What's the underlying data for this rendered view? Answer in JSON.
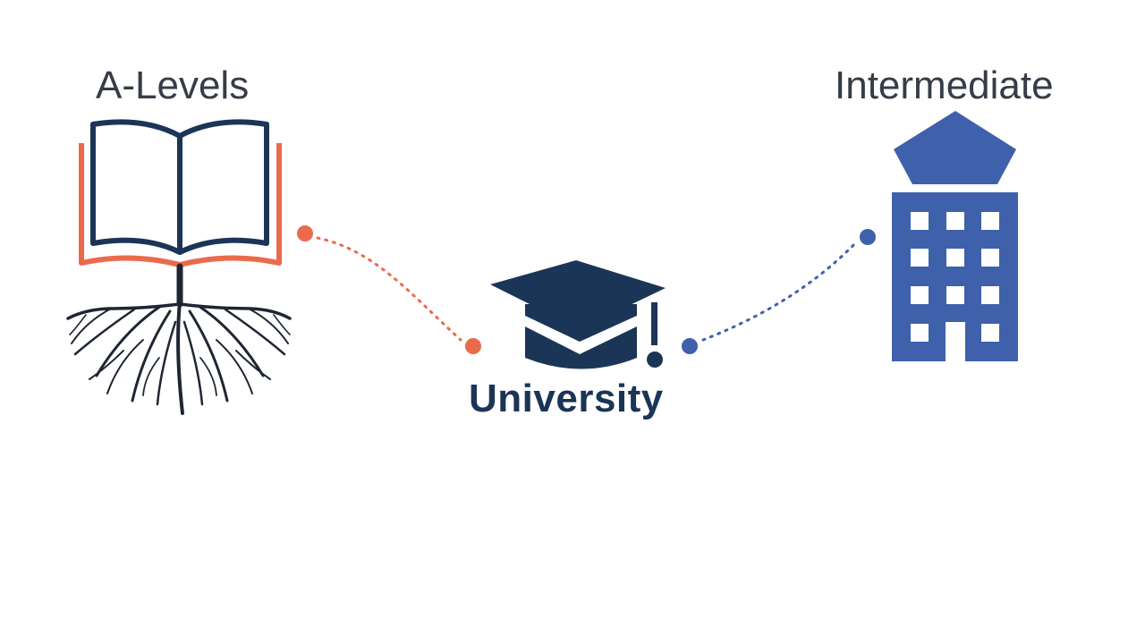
{
  "nodes": {
    "left": {
      "label": "A-Levels",
      "icon": "open-book-with-roots-icon"
    },
    "center": {
      "label": "University",
      "icon": "graduation-cap-icon"
    },
    "right": {
      "label": "Intermediate",
      "icon": "building-icon"
    }
  },
  "connectors": {
    "left": {
      "style": "dotted",
      "color": "#ea6b4c"
    },
    "right": {
      "style": "dotted",
      "color": "#3f61ab"
    }
  },
  "colors": {
    "navy": "#1b3557",
    "coral": "#ea6b4c",
    "blue": "#3f61ab",
    "roots": "#1f2633",
    "text": "#363d47"
  }
}
